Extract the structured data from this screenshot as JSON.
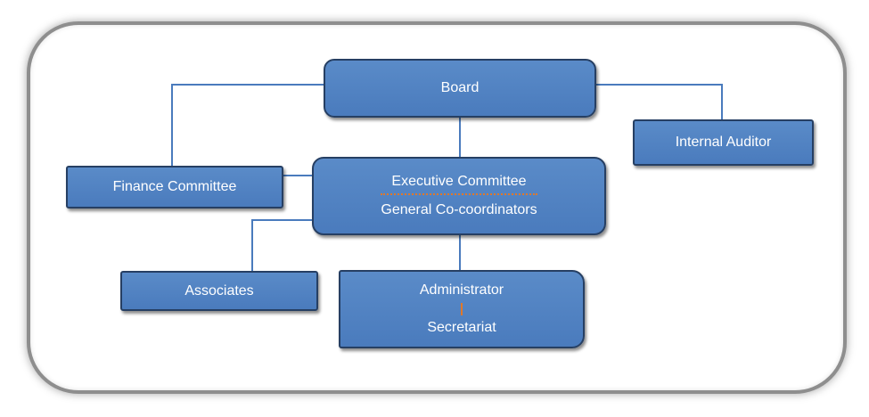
{
  "org_chart": {
    "board": "Board",
    "internal_auditor": "Internal Auditor",
    "executive": {
      "title": "Executive Committee",
      "subtitle": "General Co-coordinators"
    },
    "finance_committee": "Finance Committee",
    "associates": "Associates",
    "admin": {
      "title": "Administrator",
      "subtitle": "Secretariat"
    }
  },
  "colors": {
    "box_fill": "#4a7bbd",
    "box_border": "#263f63",
    "connector": "#4a7bbd",
    "separator": "#e0782a",
    "frame_border": "#8e8e8e"
  }
}
